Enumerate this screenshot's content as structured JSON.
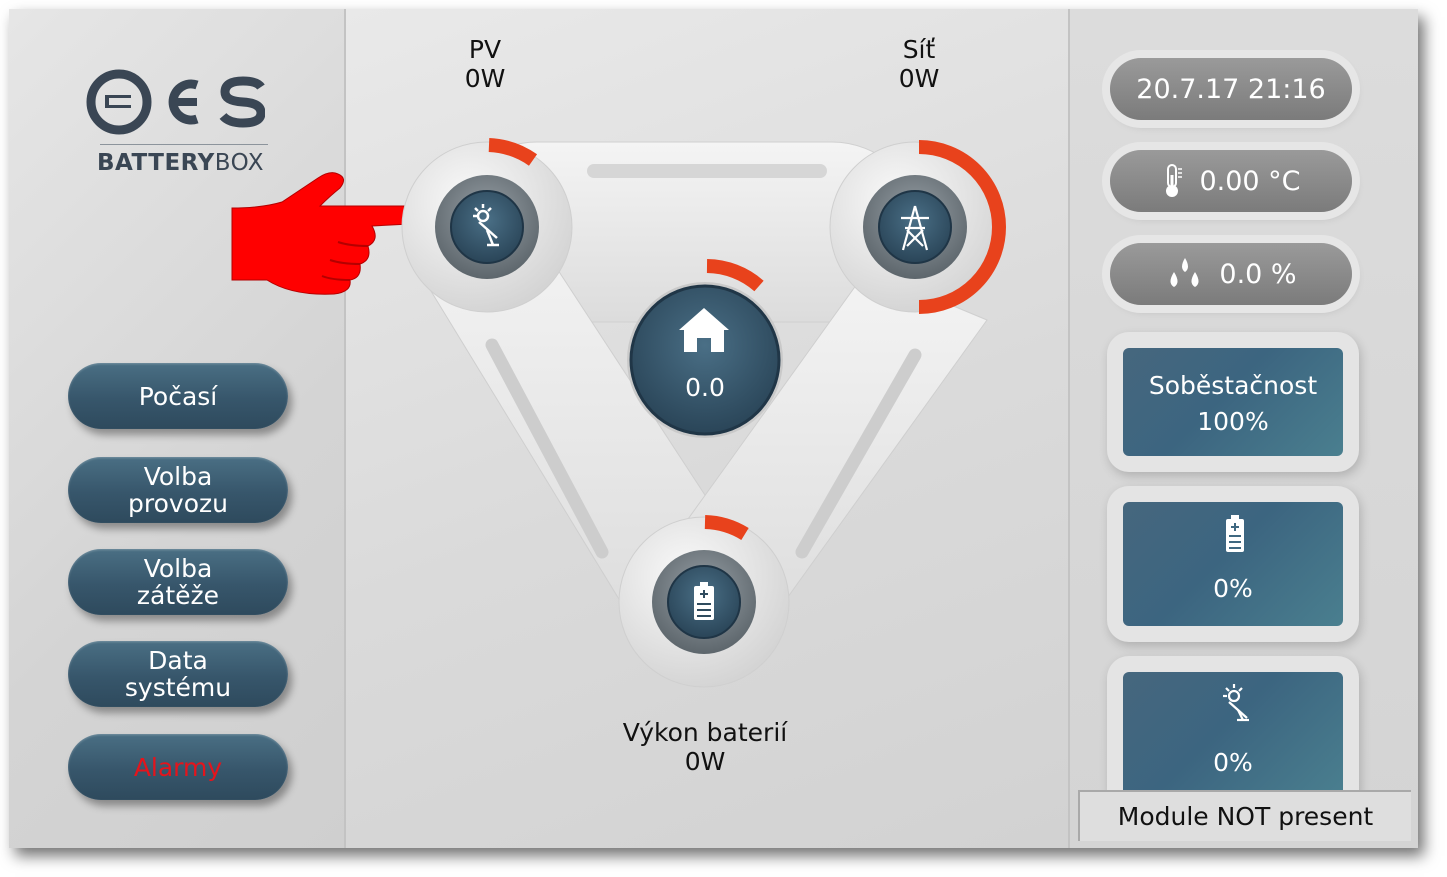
{
  "brand": {
    "logo_text": "ES",
    "product_bold": "BATTERY",
    "product_light": "BOX"
  },
  "menu": [
    {
      "label": "Počasí"
    },
    {
      "label": "Volba\nprovozu"
    },
    {
      "label": "Volba\nzátěže"
    },
    {
      "label": "Data\nsystému"
    },
    {
      "label": "Alarmy"
    }
  ],
  "flow": {
    "pv": {
      "name": "PV",
      "value": "0W",
      "icon": "solar-panel-icon"
    },
    "grid": {
      "name": "Síť",
      "value": "0W",
      "icon": "power-pylon-icon"
    },
    "house": {
      "value": "0.0",
      "icon": "house-icon"
    },
    "battery": {
      "name": "Výkon baterií",
      "value": "0W",
      "icon": "battery-icon"
    }
  },
  "status": {
    "datetime": "20.7.17 21:16",
    "temperature": "0.00 °C",
    "humidity": "0.0 %"
  },
  "cards": {
    "self_sufficiency": {
      "label": "Soběstačnost",
      "value": "100%"
    },
    "battery_soc": {
      "value": "0%",
      "icon": "battery-icon"
    },
    "pv_share": {
      "value": "0%",
      "icon": "solar-panel-icon"
    }
  },
  "module_status": "Module NOT present",
  "colors": {
    "accent": "#e8421c",
    "button": "#3b5b70",
    "alarm_text": "#e4141c",
    "pointer": "#ff0000"
  }
}
